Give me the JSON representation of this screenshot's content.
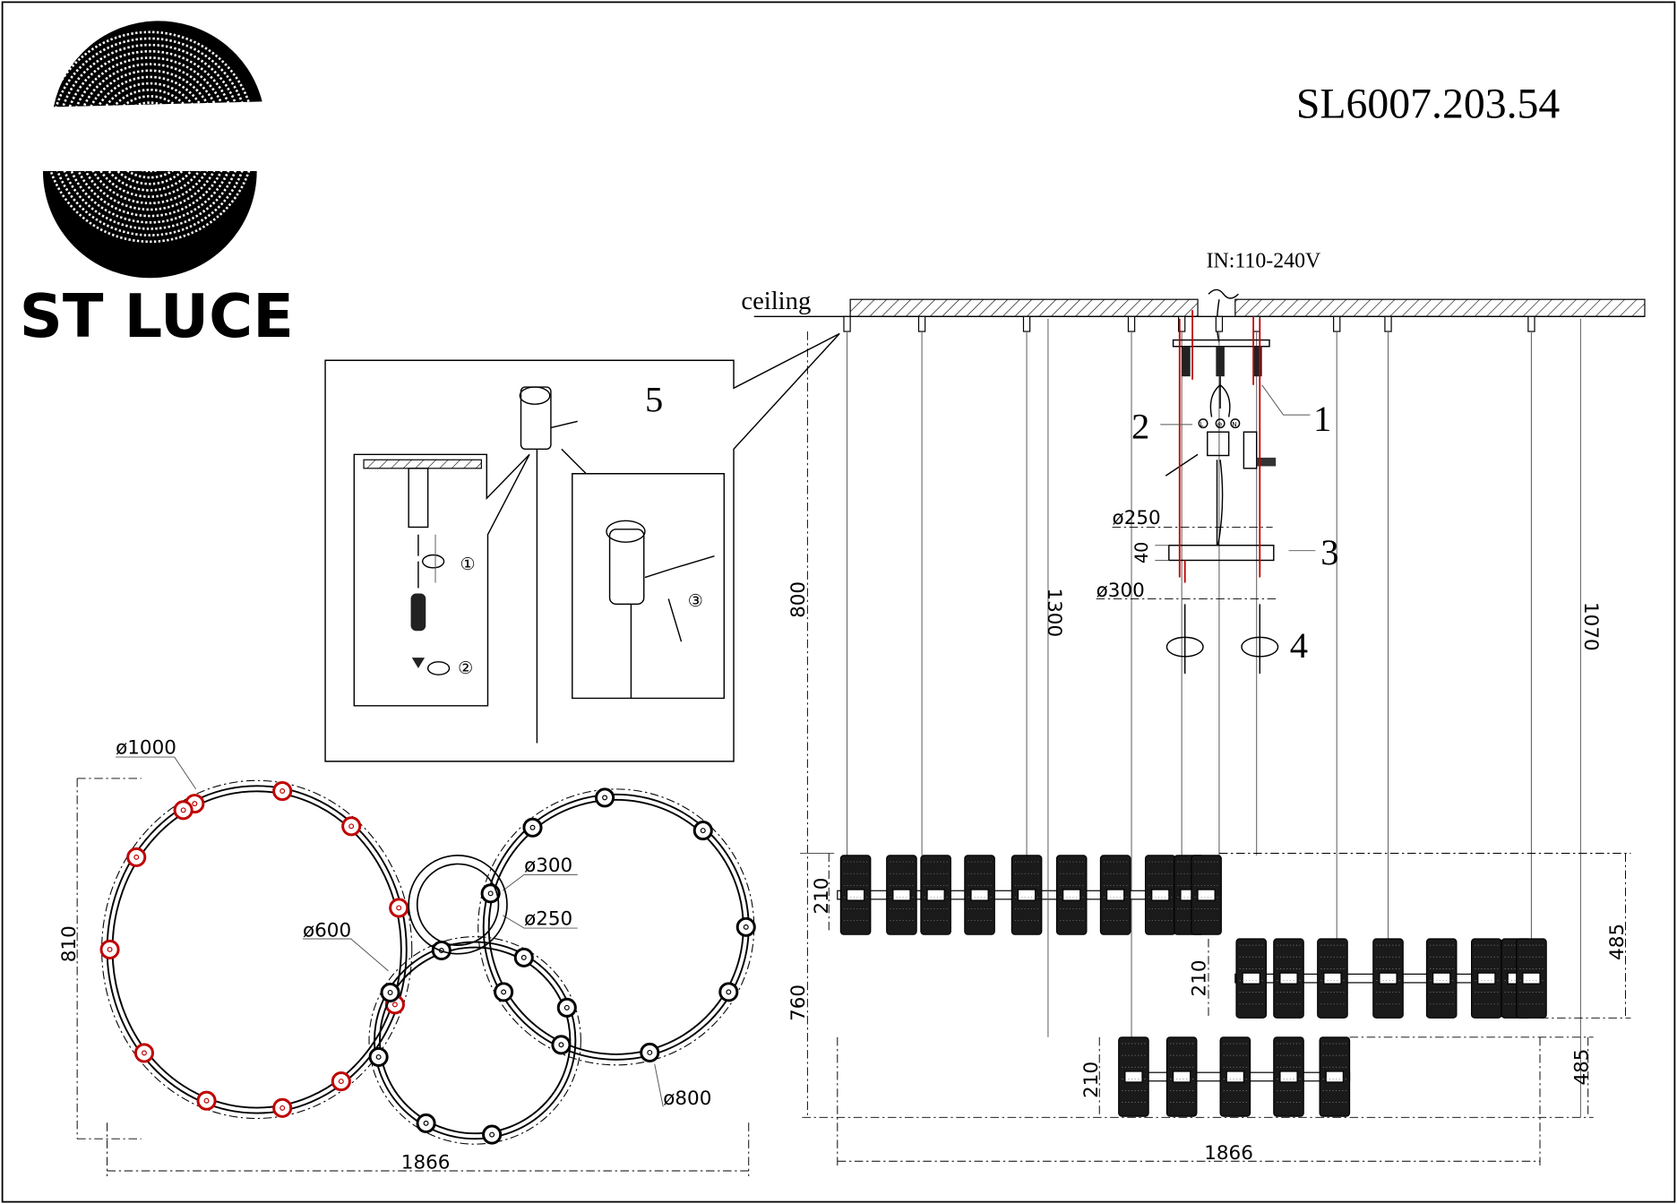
{
  "brand": {
    "name": "ST LUCE"
  },
  "model": "SL6007.203.54",
  "elevation": {
    "input_voltage": "IN:110-240V",
    "ceiling_label": "ceiling",
    "callouts": [
      "1",
      "2",
      "3",
      "4"
    ],
    "terminals": [
      "L",
      "⊕",
      "N"
    ],
    "dims": {
      "canopy_inner": "ø250",
      "canopy_height": "40",
      "canopy_outer": "ø300",
      "drop_1": "800",
      "drop_2": "1300",
      "drop_3": "1070",
      "module_height_1": "210",
      "module_height_2": "210",
      "module_height_3": "210",
      "offset_1": "485",
      "offset_2": "485",
      "offset_left": "760",
      "width": "1866"
    }
  },
  "detail": {
    "number": "5",
    "steps": [
      "①",
      "②",
      "③"
    ]
  },
  "plan": {
    "dims": {
      "ring_large": "ø1000",
      "ring_right": "ø800",
      "ring_bottom": "ø600",
      "canopy_outer": "ø300",
      "canopy_inner": "ø250",
      "height": "810",
      "width": "1866"
    }
  },
  "colors": {
    "line": "#000000",
    "highlight": "#c00000"
  }
}
